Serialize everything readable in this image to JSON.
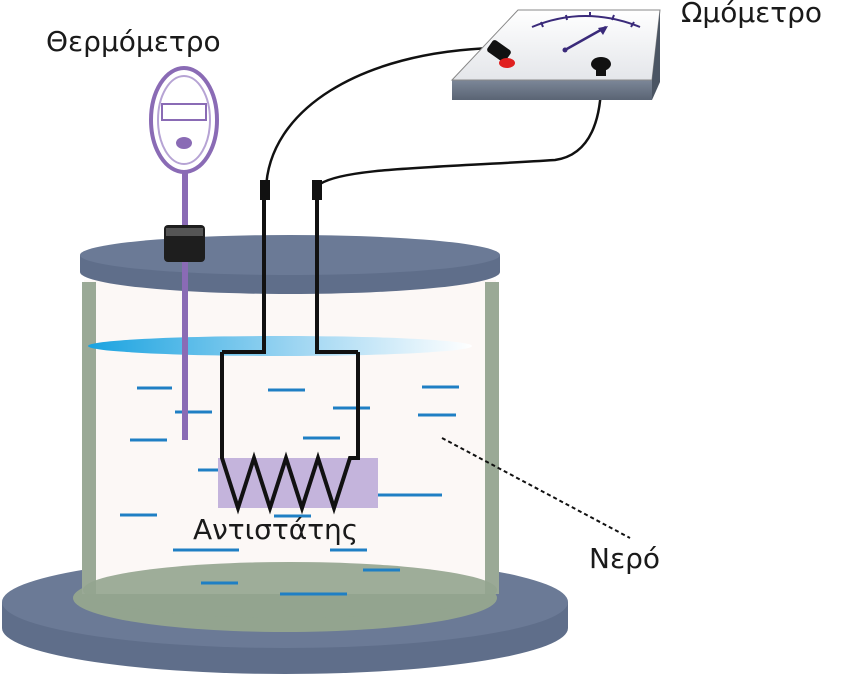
{
  "labels": {
    "thermometer": "Θερμόμετρο",
    "ohmmeter": "Ωμόμετρο",
    "resistor": "Αντιστάτης",
    "water": "Νερό"
  },
  "colors": {
    "lid": "#6b7a96",
    "base": "#6b7a96",
    "glass_wall": "#9aa996",
    "water_line": "#1f7fc4",
    "wire": "#111111",
    "thermometer": "#8a6bb5",
    "resistor_bg": "#c4b4dc",
    "meter_body": "#6e7a8a",
    "needle": "#3a2a7a",
    "probe_red": "#e02020"
  }
}
